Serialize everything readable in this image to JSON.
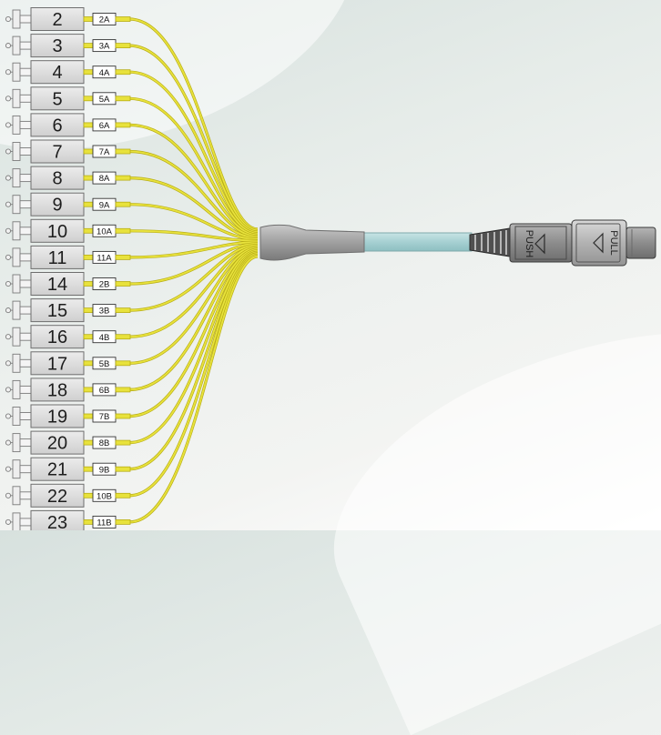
{
  "ports": [
    {
      "number": "2",
      "tag": "2A"
    },
    {
      "number": "3",
      "tag": "3A"
    },
    {
      "number": "4",
      "tag": "4A"
    },
    {
      "number": "5",
      "tag": "5A"
    },
    {
      "number": "6",
      "tag": "6A"
    },
    {
      "number": "7",
      "tag": "7A"
    },
    {
      "number": "8",
      "tag": "8A"
    },
    {
      "number": "9",
      "tag": "9A"
    },
    {
      "number": "10",
      "tag": "10A"
    },
    {
      "number": "11",
      "tag": "11A"
    },
    {
      "number": "14",
      "tag": "2B"
    },
    {
      "number": "15",
      "tag": "3B"
    },
    {
      "number": "16",
      "tag": "4B"
    },
    {
      "number": "17",
      "tag": "5B"
    },
    {
      "number": "18",
      "tag": "6B"
    },
    {
      "number": "19",
      "tag": "7B"
    },
    {
      "number": "20",
      "tag": "8B"
    },
    {
      "number": "21",
      "tag": "9B"
    },
    {
      "number": "22",
      "tag": "10B"
    },
    {
      "number": "23",
      "tag": "11B"
    }
  ],
  "connector": {
    "push_label": "PUSH",
    "pull_label": "PULL"
  },
  "colors": {
    "fiber": "#e8e23c",
    "fiber_dark": "#b8ae16",
    "trunk": "#a9d2d4",
    "port_body": "#dcdcdc",
    "connector_body": "#8f9090"
  }
}
